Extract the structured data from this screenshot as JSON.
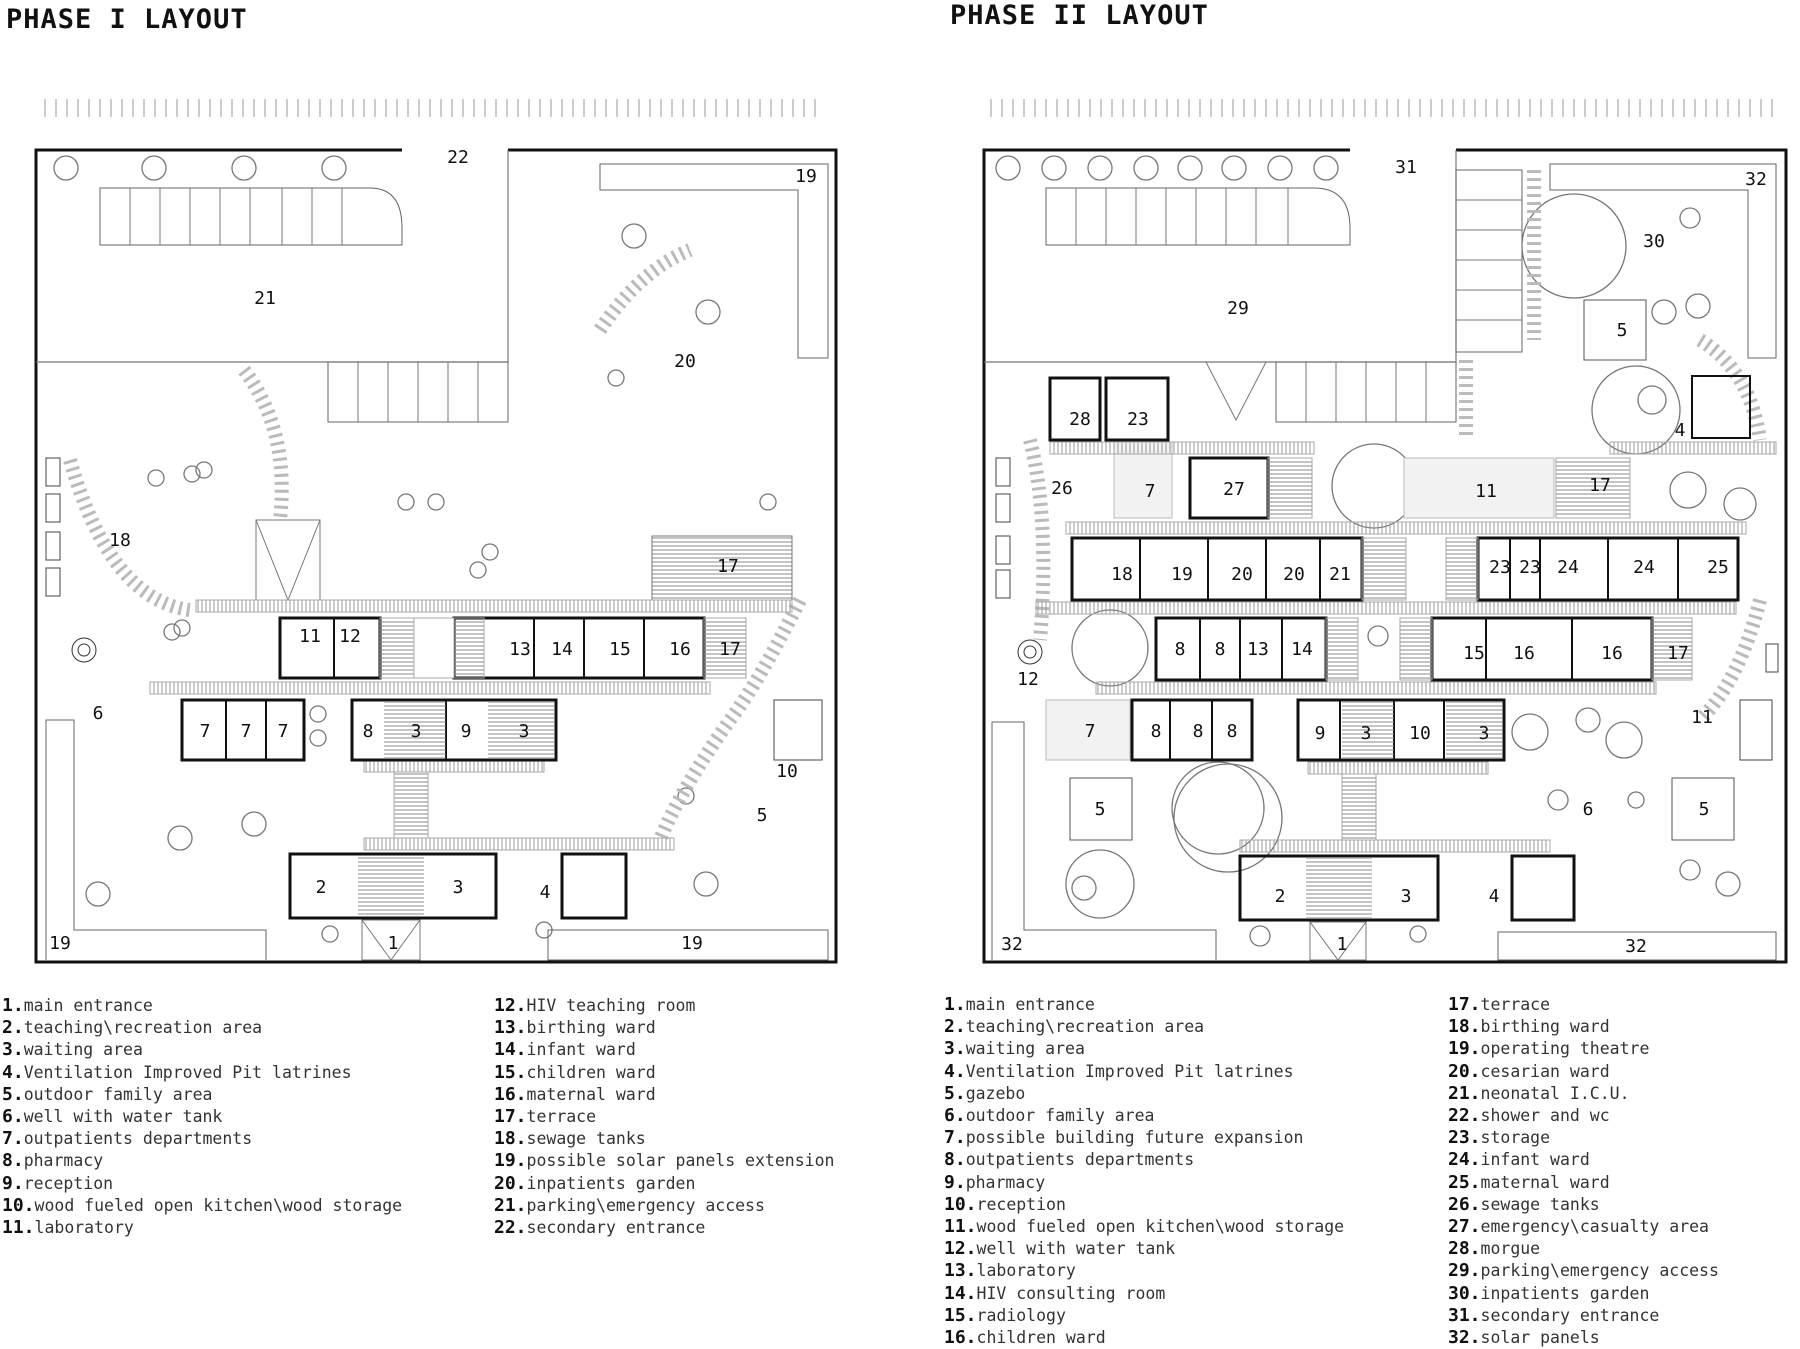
{
  "phase1": {
    "title": "PHASE I LAYOUT",
    "labels": [
      "22",
      "19",
      "21",
      "20",
      "18",
      "17",
      "11",
      "12",
      "13",
      "14",
      "15",
      "16",
      "17",
      "6",
      "7",
      "7",
      "7",
      "8",
      "3",
      "9",
      "3",
      "10",
      "5",
      "2",
      "3",
      "4",
      "19",
      "1",
      "19"
    ],
    "legend_left": [
      {
        "n": "1.",
        "t": "main entrance"
      },
      {
        "n": "2.",
        "t": "teaching\\recreation area"
      },
      {
        "n": "3.",
        "t": "waiting area"
      },
      {
        "n": "4.",
        "t": "Ventilation Improved Pit latrines"
      },
      {
        "n": "5.",
        "t": "outdoor family area"
      },
      {
        "n": "6.",
        "t": "well with water tank"
      },
      {
        "n": "7.",
        "t": "outpatients departments"
      },
      {
        "n": "8.",
        "t": "pharmacy"
      },
      {
        "n": "9.",
        "t": "reception"
      },
      {
        "n": "10.",
        "t": "wood fueled open kitchen\\wood storage"
      },
      {
        "n": "11.",
        "t": "laboratory"
      }
    ],
    "legend_right": [
      {
        "n": "12.",
        "t": "HIV teaching room"
      },
      {
        "n": "13.",
        "t": "birthing ward"
      },
      {
        "n": "14.",
        "t": "infant ward"
      },
      {
        "n": "15.",
        "t": "children ward"
      },
      {
        "n": "16.",
        "t": "maternal ward"
      },
      {
        "n": "17.",
        "t": "terrace"
      },
      {
        "n": "18.",
        "t": "sewage tanks"
      },
      {
        "n": "19.",
        "t": "possible solar panels extension"
      },
      {
        "n": "20.",
        "t": "inpatients garden"
      },
      {
        "n": "21.",
        "t": "parking\\emergency access"
      },
      {
        "n": "22.",
        "t": "secondary entrance"
      }
    ]
  },
  "phase2": {
    "title": "PHASE II LAYOUT",
    "labels": [
      "31",
      "32",
      "30",
      "29",
      "5",
      "4",
      "28",
      "23",
      "26",
      "7",
      "27",
      "11",
      "17",
      "18",
      "19",
      "20",
      "20",
      "21",
      "23",
      "23",
      "24",
      "24",
      "25",
      "12",
      "8",
      "8",
      "13",
      "14",
      "15",
      "16",
      "16",
      "17",
      "7",
      "8",
      "8",
      "8",
      "9",
      "3",
      "10",
      "3",
      "11",
      "5",
      "6",
      "5",
      "2",
      "3",
      "4",
      "32",
      "1",
      "32"
    ],
    "legend_left": [
      {
        "n": "1.",
        "t": "main entrance"
      },
      {
        "n": "2.",
        "t": "teaching\\recreation area"
      },
      {
        "n": "3.",
        "t": "waiting area"
      },
      {
        "n": "4.",
        "t": "Ventilation Improved Pit latrines"
      },
      {
        "n": "5.",
        "t": "gazebo"
      },
      {
        "n": "6.",
        "t": "outdoor family area"
      },
      {
        "n": "7.",
        "t": "possible building future expansion"
      },
      {
        "n": "8.",
        "t": "outpatients departments"
      },
      {
        "n": "9.",
        "t": "pharmacy"
      },
      {
        "n": "10.",
        "t": "reception"
      },
      {
        "n": "11.",
        "t": "wood fueled open kitchen\\wood storage"
      },
      {
        "n": "12.",
        "t": "well with water tank"
      },
      {
        "n": "13.",
        "t": "laboratory"
      },
      {
        "n": "14.",
        "t": "HIV consulting room"
      },
      {
        "n": "15.",
        "t": "radiology"
      },
      {
        "n": "16.",
        "t": "children ward"
      }
    ],
    "legend_right": [
      {
        "n": "17.",
        "t": "terrace"
      },
      {
        "n": "18.",
        "t": "birthing ward"
      },
      {
        "n": "19.",
        "t": "operating theatre"
      },
      {
        "n": "20.",
        "t": "cesarian ward"
      },
      {
        "n": "21.",
        "t": "neonatal I.C.U."
      },
      {
        "n": "22.",
        "t": "shower and wc"
      },
      {
        "n": "23.",
        "t": "storage"
      },
      {
        "n": "24.",
        "t": "infant ward"
      },
      {
        "n": "25.",
        "t": "maternal ward"
      },
      {
        "n": "26.",
        "t": "sewage tanks"
      },
      {
        "n": "27.",
        "t": "emergency\\casualty area"
      },
      {
        "n": "28.",
        "t": "morgue"
      },
      {
        "n": "29.",
        "t": "parking\\emergency access"
      },
      {
        "n": "30.",
        "t": "inpatients garden"
      },
      {
        "n": "31.",
        "t": "secondary entrance"
      },
      {
        "n": "32.",
        "t": "solar panels"
      }
    ]
  }
}
